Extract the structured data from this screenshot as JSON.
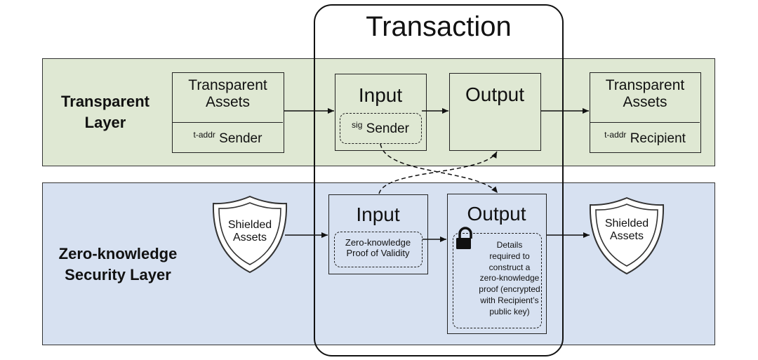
{
  "title": "Transaction",
  "transparent_layer": {
    "label_line1": "Transparent",
    "label_line2": "Layer",
    "sender_assets": {
      "title_line1": "Transparent",
      "title_line2": "Assets",
      "addr_prefix": "t-addr",
      "addr_label": "Sender"
    },
    "input": {
      "title": "Input",
      "sig_prefix": "sig",
      "sig_label": "Sender"
    },
    "output": {
      "title": "Output"
    },
    "recipient_assets": {
      "title_line1": "Transparent",
      "title_line2": "Assets",
      "addr_prefix": "t-addr",
      "addr_label": "Recipient"
    }
  },
  "zk_layer": {
    "label_line1": "Zero-knowledge",
    "label_line2": "Security Layer",
    "shield_left": {
      "line1": "Shielded",
      "line2": "Assets"
    },
    "input": {
      "title": "Input",
      "proof_line1": "Zero-knowledge",
      "proof_line2": "Proof of Validity"
    },
    "output": {
      "title": "Output",
      "details_lines": [
        "Details",
        "required to",
        "construct a",
        "zero-knowledge",
        "proof (encrypted",
        "with Recipient’s",
        "public key)"
      ]
    },
    "shield_right": {
      "line1": "Shielded",
      "line2": "Assets"
    }
  },
  "icons": {
    "lock": "lock-icon",
    "shield": "shield-icon"
  },
  "colors": {
    "transparent_layer_bg": "#dfe8d3",
    "zk_layer_bg": "#d7e1f1",
    "box_bg": "#dfe8d3",
    "zk_box_bg": "#d7e1f1"
  }
}
